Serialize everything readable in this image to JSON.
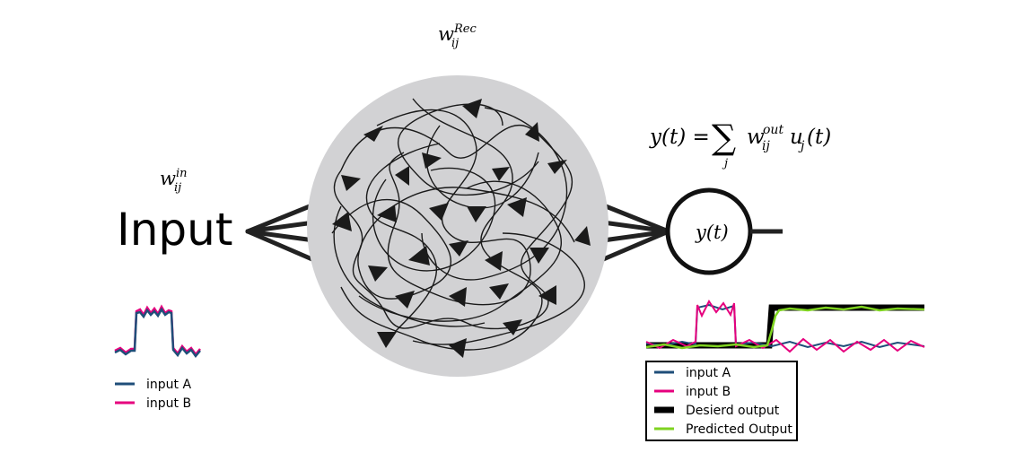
{
  "labels": {
    "w_rec": "w",
    "w_rec_sub": "ij",
    "w_rec_sup": "Rec",
    "w_in": "w",
    "w_in_sub": "ij",
    "w_in_sup": "in",
    "input_title": "Input",
    "eq_lhs": "y(t) =",
    "eq_sum": "∑",
    "eq_sum_index": "j",
    "eq_w": "w",
    "eq_w_sub": "ij",
    "eq_w_sup": "out",
    "eq_u": "u",
    "eq_u_sub": "j",
    "eq_u_tail": "(t)",
    "output_node": "y(t)"
  },
  "legend_input": [
    {
      "label": "input A",
      "color": "#1f4e79"
    },
    {
      "label": "input B",
      "color": "#e6007e"
    }
  ],
  "legend_output": [
    {
      "label": "input A",
      "color": "#1f4e79"
    },
    {
      "label": "input B",
      "color": "#e6007e"
    },
    {
      "label": "Desierd output",
      "color": "#000000"
    },
    {
      "label": "Predicted Output",
      "color": "#7fd320"
    }
  ],
  "colors": {
    "reservoir_fill": "#d2d2d4",
    "stroke": "#222222"
  }
}
